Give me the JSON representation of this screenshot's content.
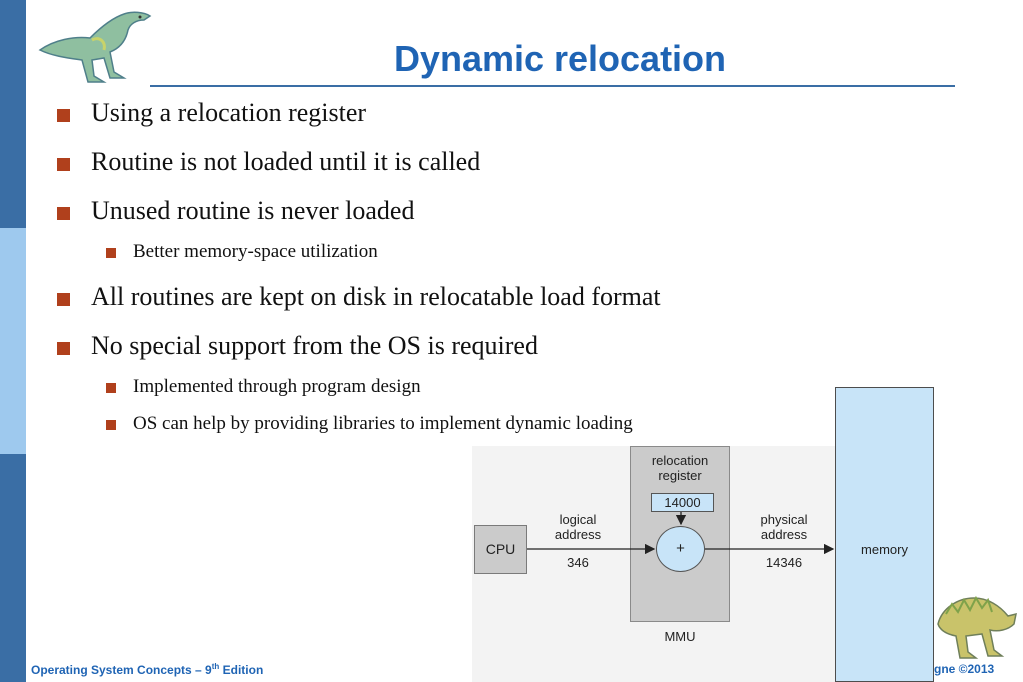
{
  "slide": {
    "title": "Dynamic relocation",
    "bullets": [
      {
        "text": "Using a relocation register",
        "level": 1
      },
      {
        "text": "Routine is not loaded until it is called",
        "level": 1
      },
      {
        "text": "Unused routine is never loaded",
        "level": 1
      },
      {
        "text": "Better memory-space utilization",
        "level": 2
      },
      {
        "text": "All routines are kept on disk in relocatable load format",
        "level": 1
      },
      {
        "text": "No special support from the OS is required",
        "level": 1
      },
      {
        "text": "Implemented through program design",
        "level": 2
      },
      {
        "text": "OS can help by providing libraries to implement dynamic loading",
        "level": 2
      }
    ]
  },
  "diagram": {
    "cpu_label": "CPU",
    "logical_line1": "logical",
    "logical_line2": "address",
    "logical_value": "346",
    "register_line1": "relocation",
    "register_line2": "register",
    "register_value": "14000",
    "adder_symbol": "+",
    "physical_line1": "physical",
    "physical_line2": "address",
    "physical_value": "14346",
    "mmu_label": "MMU",
    "memory_label": "memory"
  },
  "footer": {
    "book_prefix": "Operating System Concepts – 9",
    "book_sup": "th",
    "book_suffix": " Edition",
    "right": "gne ©2013"
  },
  "colors": {
    "title": "#1f64b4",
    "bullet_marker": "#b0401c",
    "strip_dark": "#3a6ea5",
    "strip_light": "#9ec9ee",
    "diagram_blue": "#c8e4f8",
    "diagram_gray": "#cbcbcb"
  }
}
